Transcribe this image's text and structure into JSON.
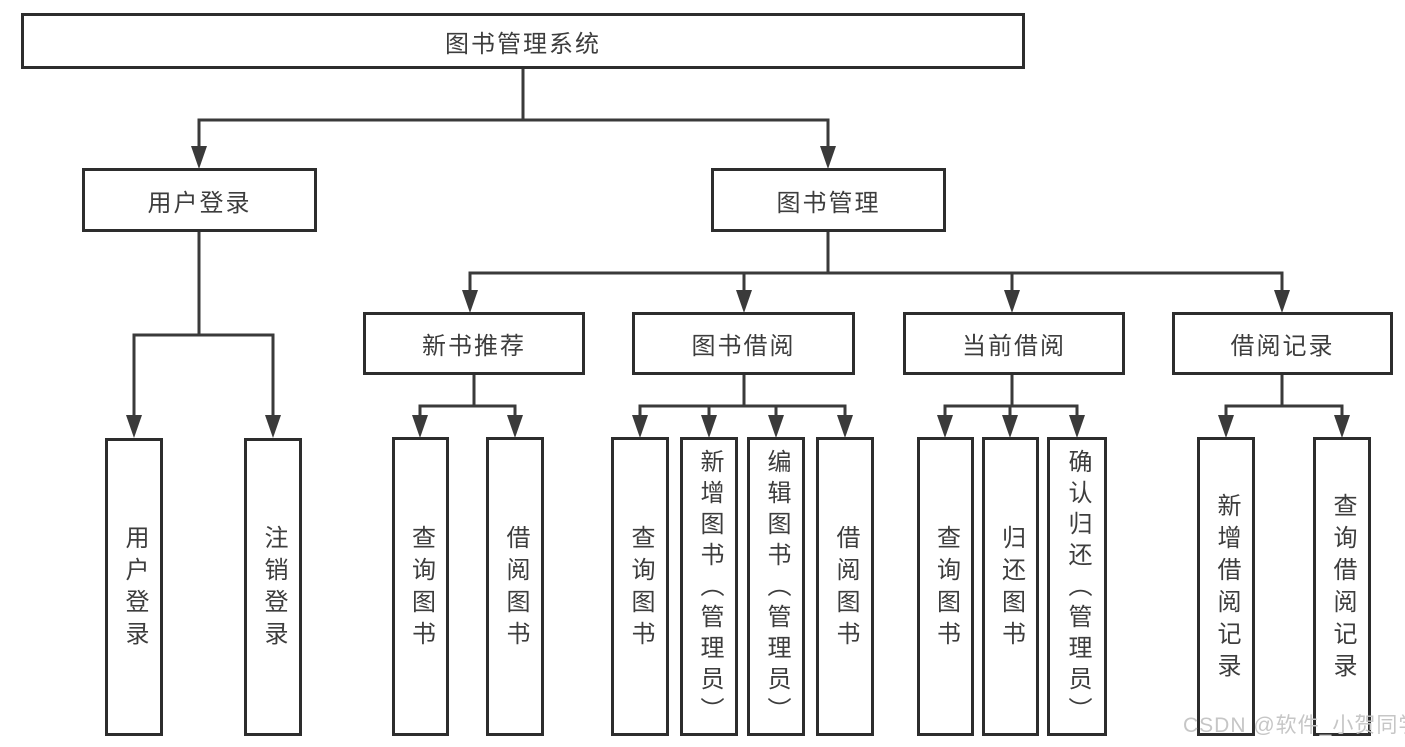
{
  "diagram_type": "functional-structure-tree",
  "tree": {
    "label": "图书管理系统",
    "children": [
      {
        "label": "用户登录",
        "children": [
          {
            "label": "用户登录"
          },
          {
            "label": "注销登录"
          }
        ]
      },
      {
        "label": "图书管理",
        "children": [
          {
            "label": "新书推荐",
            "children": [
              {
                "label": "查询图书"
              },
              {
                "label": "借阅图书"
              }
            ]
          },
          {
            "label": "图书借阅",
            "children": [
              {
                "label": "查询图书"
              },
              {
                "label": "新增图书（管理员）"
              },
              {
                "label": "编辑图书（管理员）"
              },
              {
                "label": "借阅图书"
              }
            ]
          },
          {
            "label": "当前借阅",
            "children": [
              {
                "label": "查询图书"
              },
              {
                "label": "归还图书"
              },
              {
                "label": "确认归还（管理员）"
              }
            ]
          },
          {
            "label": "借阅记录",
            "children": [
              {
                "label": "新增借阅记录"
              },
              {
                "label": "查询借阅记录"
              }
            ]
          }
        ]
      }
    ]
  },
  "watermark": {
    "text": "CSDN @软件_小贺同学"
  },
  "colors": {
    "line": "#3a3a3a",
    "box_border": "#2d2d2d",
    "text": "#3d3d3d",
    "watermark": "#c6c6c6",
    "background": "#ffffff"
  }
}
